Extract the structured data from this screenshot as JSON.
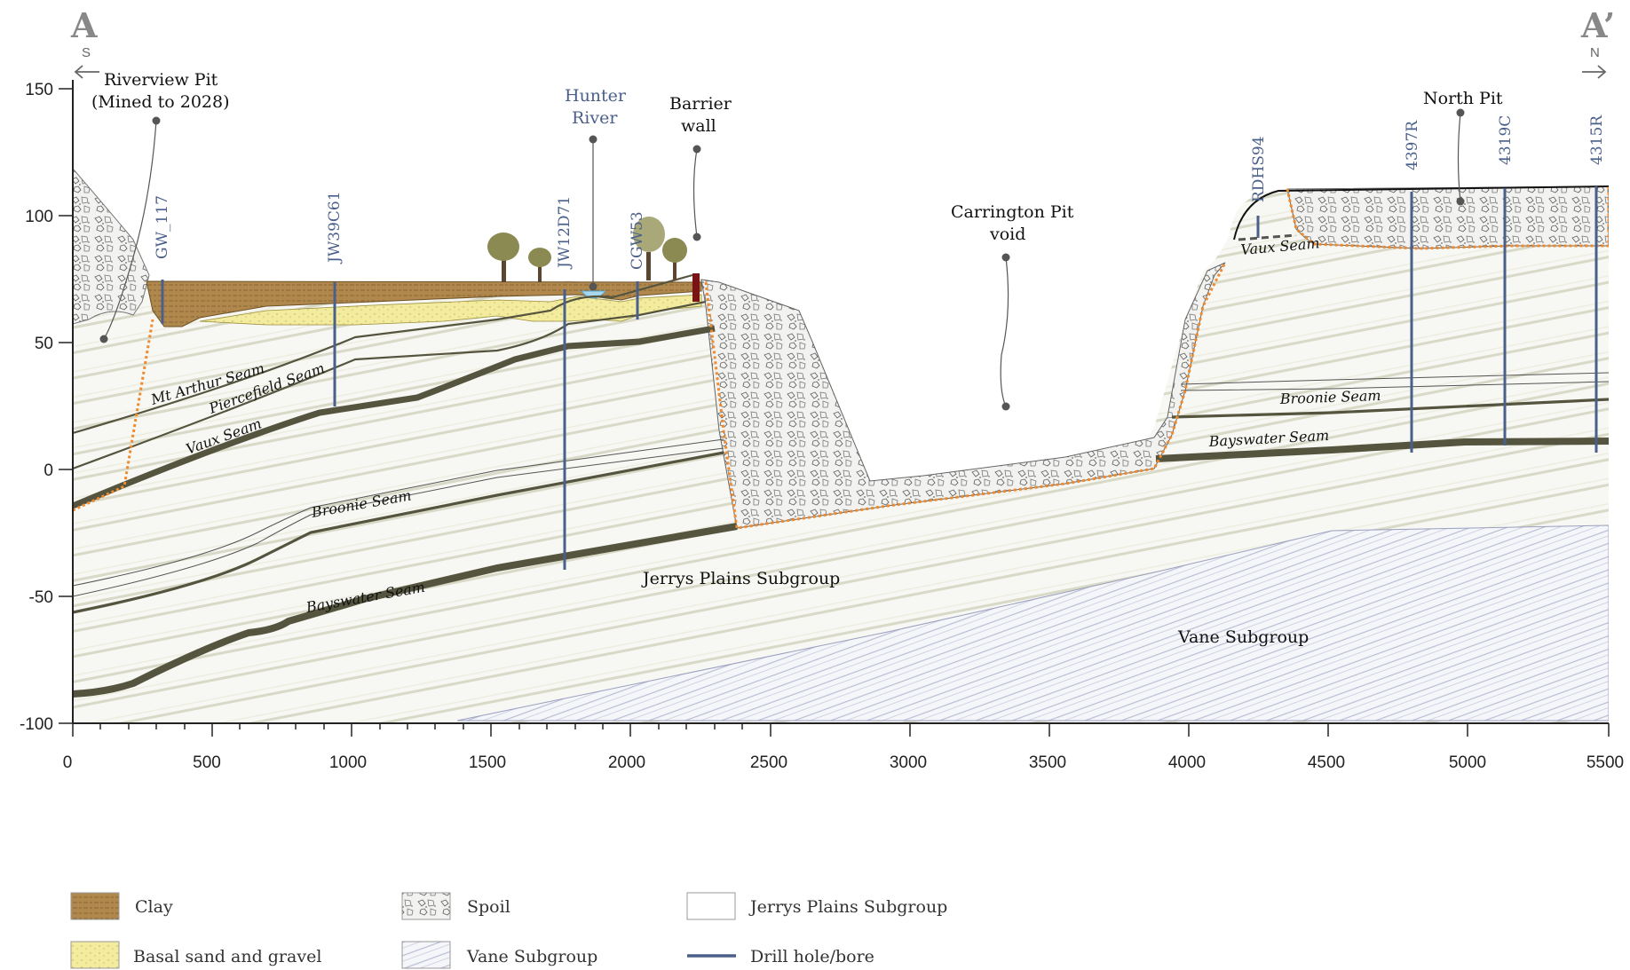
{
  "section": {
    "start_label": "A",
    "end_label": "A’",
    "start_dir": "S",
    "end_dir": "N"
  },
  "axes": {
    "y_ticks": [
      "150",
      "100",
      "50",
      "0",
      "-50",
      "-100"
    ],
    "x_ticks": [
      "0",
      "500",
      "1000",
      "1500",
      "2000",
      "2500",
      "3000",
      "3500",
      "4000",
      "4500",
      "5000",
      "5500"
    ]
  },
  "callouts": {
    "riverview_line1": "Riverview Pit",
    "riverview_line2": "(Mined to 2028)",
    "hunter_line1": "Hunter",
    "hunter_line2": "River",
    "barrier_line1": "Barrier",
    "barrier_line2": "wall",
    "carrington_line1": "Carrington Pit",
    "carrington_line2": "void",
    "north_pit": "North Pit"
  },
  "bores": [
    "GW_117",
    "JW39C61",
    "JW12D71",
    "CGW53",
    "RDHS94",
    "4397R",
    "4319C",
    "4315R"
  ],
  "seams": {
    "mt_arthur": "Mt Arthur Seam",
    "piercefield": "Piercefield Seam",
    "vaux_left": "Vaux Seam",
    "broonie_left": "Broonie Seam",
    "bayswater_left": "Bayswater Seam",
    "vaux_right": "Vaux Seam",
    "broonie_right": "Broonie Seam",
    "bayswater_right": "Bayswater Seam"
  },
  "units": {
    "jerrys_plains": "Jerrys Plains Subgroup",
    "vane": "Vane Subgroup"
  },
  "legend": {
    "clay": "Clay",
    "sand": "Basal sand and gravel",
    "spoil": "Spoil",
    "vane": "Vane Subgroup",
    "jerrys": "Jerrys Plains Subgroup",
    "drill": "Drill hole/bore"
  },
  "colors": {
    "clay": "#b0884e",
    "sand": "#f3ec9e",
    "spoil": "#f2f2f0",
    "bore": "#4a5f8a",
    "boundary": "#f08a2c",
    "seam": "#55553f",
    "water": "#a8d8ef",
    "barrier": "#7a1414"
  }
}
